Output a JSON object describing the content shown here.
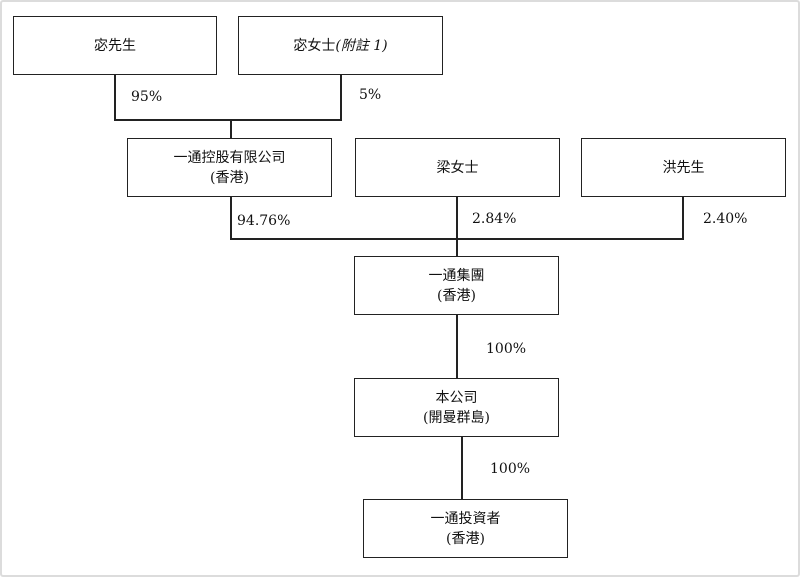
{
  "entities": {
    "mr_mi": {
      "name": "宓先生"
    },
    "ms_mi": {
      "name": "宓女士",
      "note": "(附註 1)"
    },
    "holdings_hk": {
      "name": "一通控股有限公司",
      "sub": "(香港)"
    },
    "ms_liang": {
      "name": "梁女士"
    },
    "mr_hong": {
      "name": "洪先生"
    },
    "group_hk": {
      "name": "一通集團",
      "sub": "(香港)"
    },
    "company": {
      "name": "本公司",
      "sub": "(開曼群島)"
    },
    "investment_hk": {
      "name": "一通投資者",
      "sub": "(香港)"
    }
  },
  "percentages": {
    "mr_mi": "95%",
    "ms_mi": "5%",
    "holdings": "94.76%",
    "liang": "2.84%",
    "hong": "2.40%",
    "group_to_company": "100%",
    "company_to_investment": "100%"
  }
}
